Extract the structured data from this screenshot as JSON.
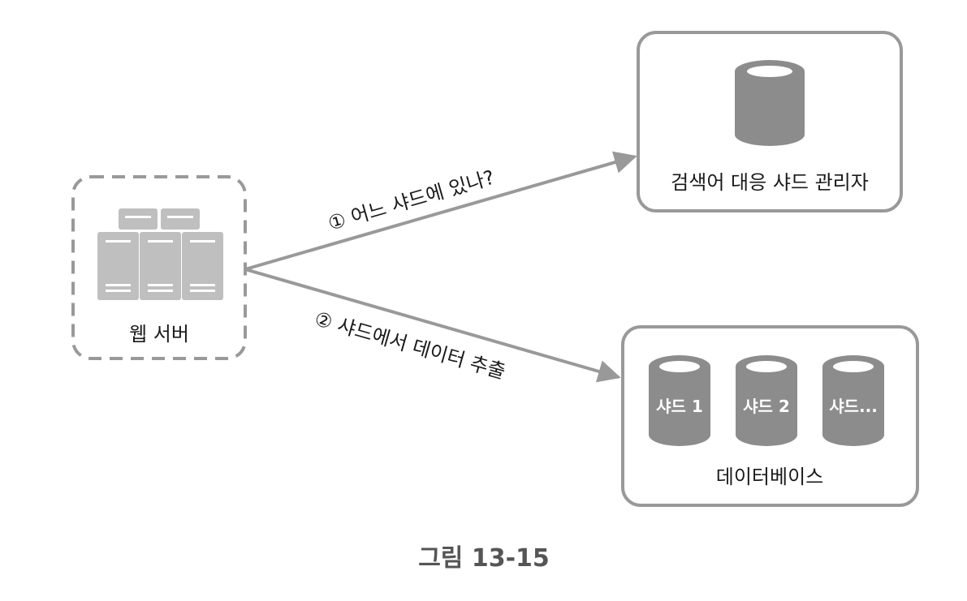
{
  "web_server": {
    "label": "웹 서버"
  },
  "shard_manager": {
    "label": "검색어 대응 샤드 관리자"
  },
  "database": {
    "label": "데이터베이스",
    "shards": [
      "샤드 1",
      "샤드 2",
      "샤드..."
    ]
  },
  "arrows": {
    "step1": "① 어느 샤드에 있나?",
    "step2": "② 샤드에서 데이터 추출"
  },
  "caption": "그림 13-15",
  "colors": {
    "stroke": "#999999",
    "fill": "#8c8c8d",
    "server_fill": "#bfbfc0",
    "arrow": "#999999"
  }
}
